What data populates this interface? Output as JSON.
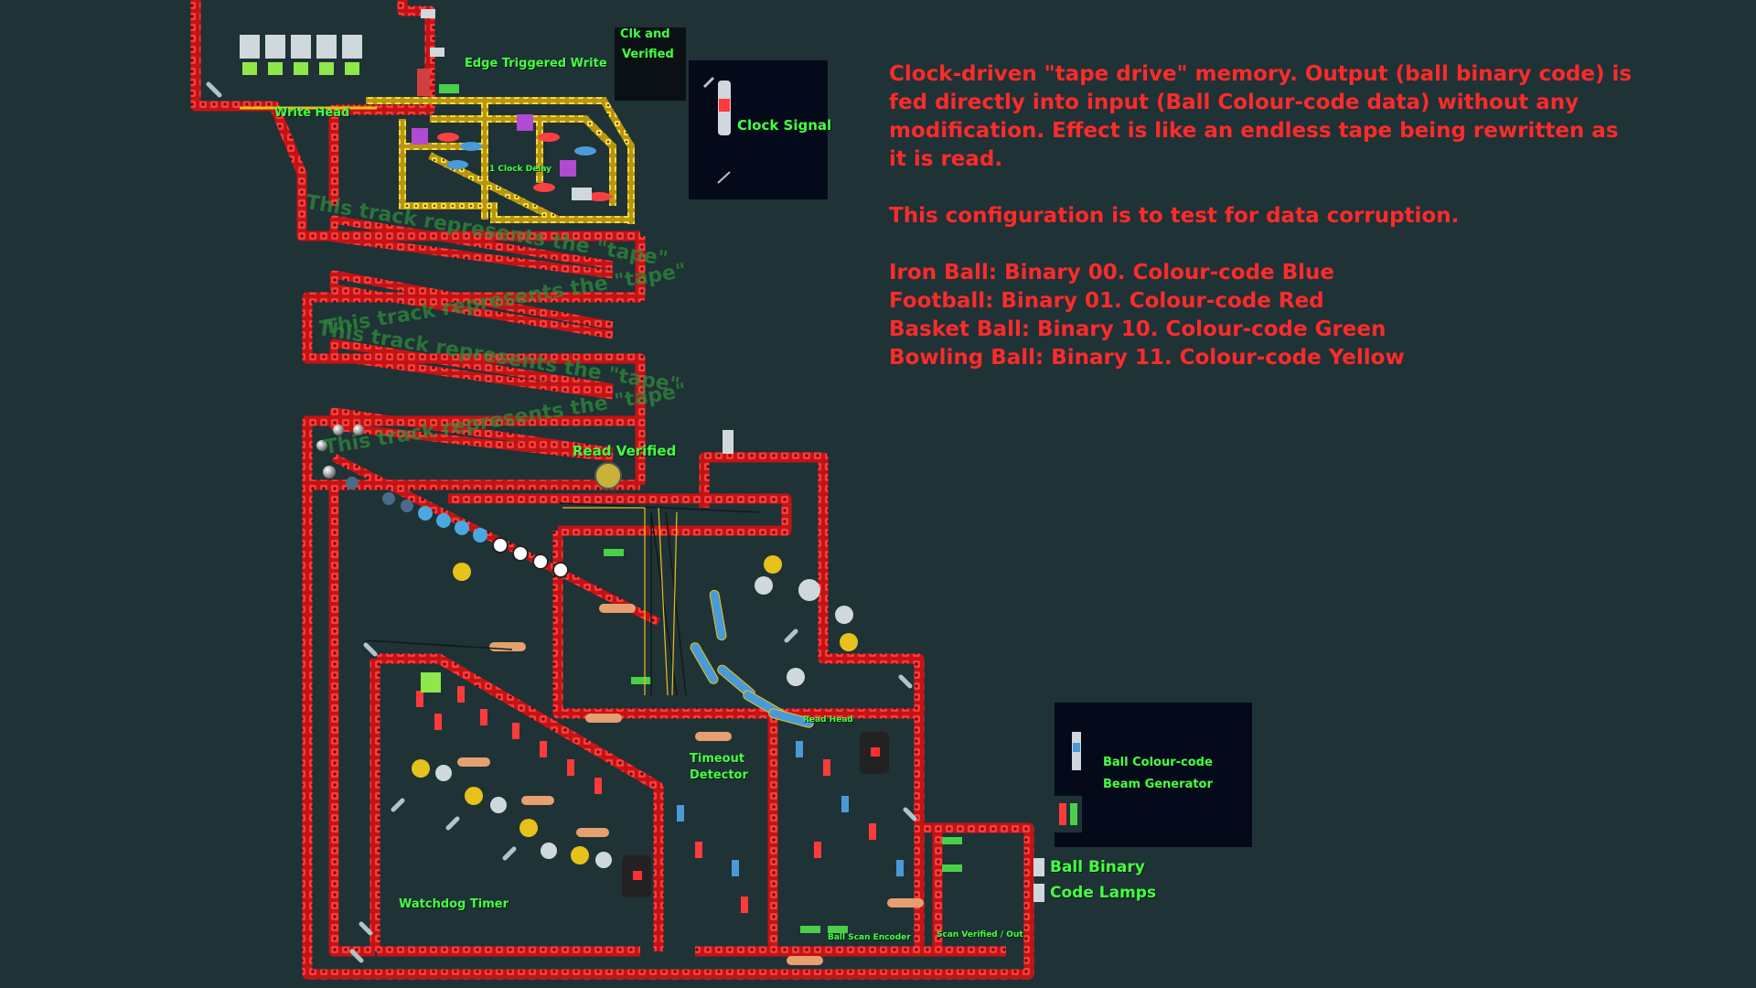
{
  "description": {
    "line1": "Clock-driven \"tape drive\" memory. Output (ball binary code) is fed directly into input (Ball Colour-code data) without any modification. Effect is like an endless tape being rewritten as it is read.",
    "line2": "This configuration is to test for data corruption.",
    "legend": [
      "Iron Ball: Binary 00. Colour-code Blue",
      "Football: Binary 01. Colour-code Red",
      "Basket Ball: Binary 10. Colour-code Green",
      "Bowling Ball: Binary 11. Colour-code Yellow"
    ]
  },
  "labels": {
    "write_head": "Write Head",
    "edge_triggered_write": "Edge Triggered Write",
    "clk_and_verified_1": "Clk and",
    "clk_and_verified_2": "Verified",
    "clock_signal": "Clock Signal",
    "one_clock_delay": "1 Clock Delay",
    "tape_text": "This track represents the \"tape\"",
    "read_verified": "Read Verified",
    "read_head": "Read Head",
    "timeout_detector_1": "Timeout",
    "timeout_detector_2": "Detector",
    "watchdog_timer": "Watchdog Timer",
    "ball_scan_encoder": "Ball Scan Encoder",
    "scan_verified_out": "Scan Verified / Out",
    "beam_gen_1": "Ball Colour-code",
    "beam_gen_2": "Beam Generator",
    "lamps_1": "Ball Binary",
    "lamps_2": "Code Lamps"
  },
  "colors": {
    "background": "#1f3236",
    "track_red": "#d81818",
    "frame_yellow": "#e6c21a",
    "label_green": "#44ff44",
    "info_red": "#ff2a2a",
    "panel_black": "#050a1a"
  },
  "icons": [
    "ball-icon",
    "lamp-icon",
    "gear-icon",
    "switch-icon",
    "hammer-icon"
  ]
}
